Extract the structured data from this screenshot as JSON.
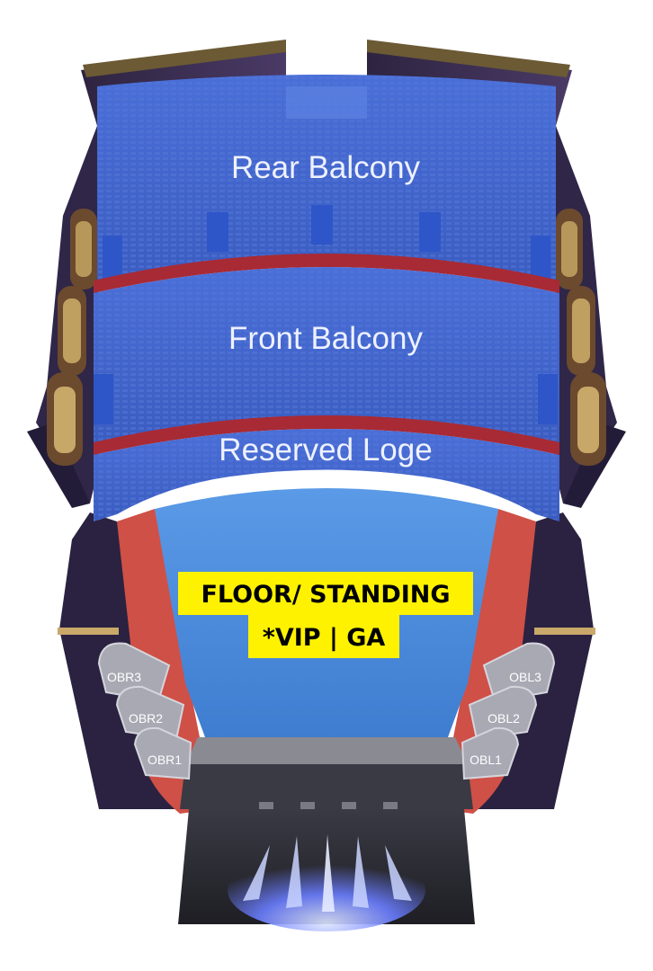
{
  "sections": {
    "rear_balcony": "Rear Balcony",
    "front_balcony": "Front Balcony",
    "reserved_loge": "Reserved Loge"
  },
  "floor": {
    "line1": "FLOOR/ STANDING",
    "line2": "*VIP | GA"
  },
  "boxes": {
    "left": [
      "OBR3",
      "OBR2",
      "OBR1"
    ],
    "right": [
      "OBL3",
      "OBL2",
      "OBL1"
    ]
  },
  "colors": {
    "seating_blue": "#3f63c9",
    "floor_blue": "#4a86d6",
    "rail_red": "#a82a35",
    "side_red": "#cf5046",
    "label_yellow": "#fff200",
    "stage_dark": "#2b2b33"
  }
}
